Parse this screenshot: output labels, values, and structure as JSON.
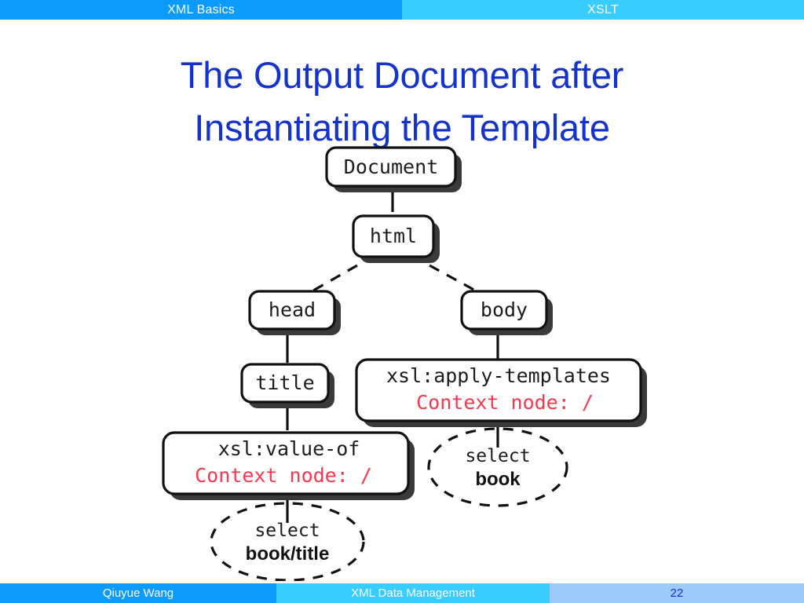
{
  "header": {
    "left_label": "XML Basics",
    "right_label": "XSLT",
    "left_color": "#0c9bfb",
    "right_color": "#39ccff"
  },
  "title": {
    "line1": "The Output Document after",
    "line2": "Instantiating the Template",
    "color": "#1433cc"
  },
  "diagram": {
    "type": "tree",
    "node_text_color": "#1c1c1c",
    "highlight_color": "#f4394f",
    "nodes": [
      {
        "id": "document",
        "label": "Document",
        "shape": "rounded-rect"
      },
      {
        "id": "html",
        "label": "html",
        "shape": "rounded-rect"
      },
      {
        "id": "head",
        "label": "head",
        "shape": "rounded-rect"
      },
      {
        "id": "body",
        "label": "body",
        "shape": "rounded-rect"
      },
      {
        "id": "title",
        "label": "title",
        "shape": "rounded-rect"
      },
      {
        "id": "apply-templates",
        "label": "xsl:apply-templates",
        "sublabel": "Context node:   /",
        "shape": "rounded-rect"
      },
      {
        "id": "value-of",
        "label": "xsl:value-of",
        "sublabel": "Context node:   /",
        "shape": "rounded-rect"
      },
      {
        "id": "select-book",
        "label": "select",
        "sublabel": "book",
        "shape": "dashed-ellipse"
      },
      {
        "id": "select-book-title",
        "label": "select",
        "sublabel": "book/title",
        "shape": "dashed-ellipse"
      }
    ],
    "edges": [
      {
        "from": "document",
        "to": "html"
      },
      {
        "from": "html",
        "to": "head"
      },
      {
        "from": "html",
        "to": "body"
      },
      {
        "from": "head",
        "to": "title"
      },
      {
        "from": "body",
        "to": "apply-templates"
      },
      {
        "from": "title",
        "to": "value-of"
      },
      {
        "from": "apply-templates",
        "to": "select-book"
      },
      {
        "from": "value-of",
        "to": "select-book-title"
      }
    ]
  },
  "footer": {
    "author": "Qiuyue Wang",
    "course": "XML Data Management",
    "page": "22",
    "author_color": "#0c9bfb",
    "course_color": "#39ccff",
    "page_color": "#9bcbfb"
  }
}
